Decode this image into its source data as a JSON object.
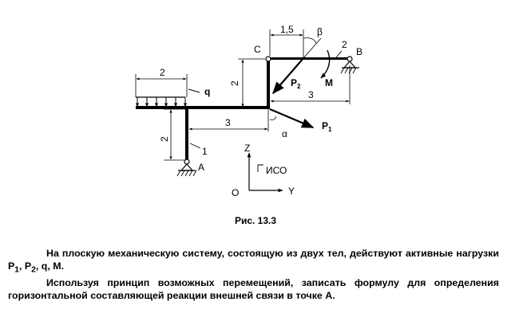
{
  "figure": {
    "labels": {
      "q": "q",
      "c": "C",
      "b": "B",
      "a": "A",
      "one": "1",
      "two": "2",
      "beta": "β",
      "alpha": "α",
      "m": "M",
      "p2_main": "P",
      "p2_sub": "2",
      "p1_main": "P",
      "p1_sub": "1",
      "dim_top": "1,5",
      "dim_q": "2",
      "dim_left_vert": "2",
      "dim_mid_vert": "2",
      "dim_bottom_horiz": "3",
      "dim_right_horiz": "3",
      "axis_z": "Z",
      "axis_y": "Y",
      "axis_o": "O",
      "iso": "ИСО"
    }
  },
  "caption": "Рис. 13.3",
  "problem": {
    "line1_pre": "На плоскую механическую систему, состоящую из двух тел, действуют активные нагрузки ",
    "p1": "P",
    "p1_sub": "1",
    "sep1": ", ",
    "p2": "P",
    "p2_sub": "2",
    "tail1": ", q, M.",
    "line2": "Используя принцип возможных перемещений, записать формулу для определения горизонтальной составляющей реакции внешней связи в точке А."
  }
}
